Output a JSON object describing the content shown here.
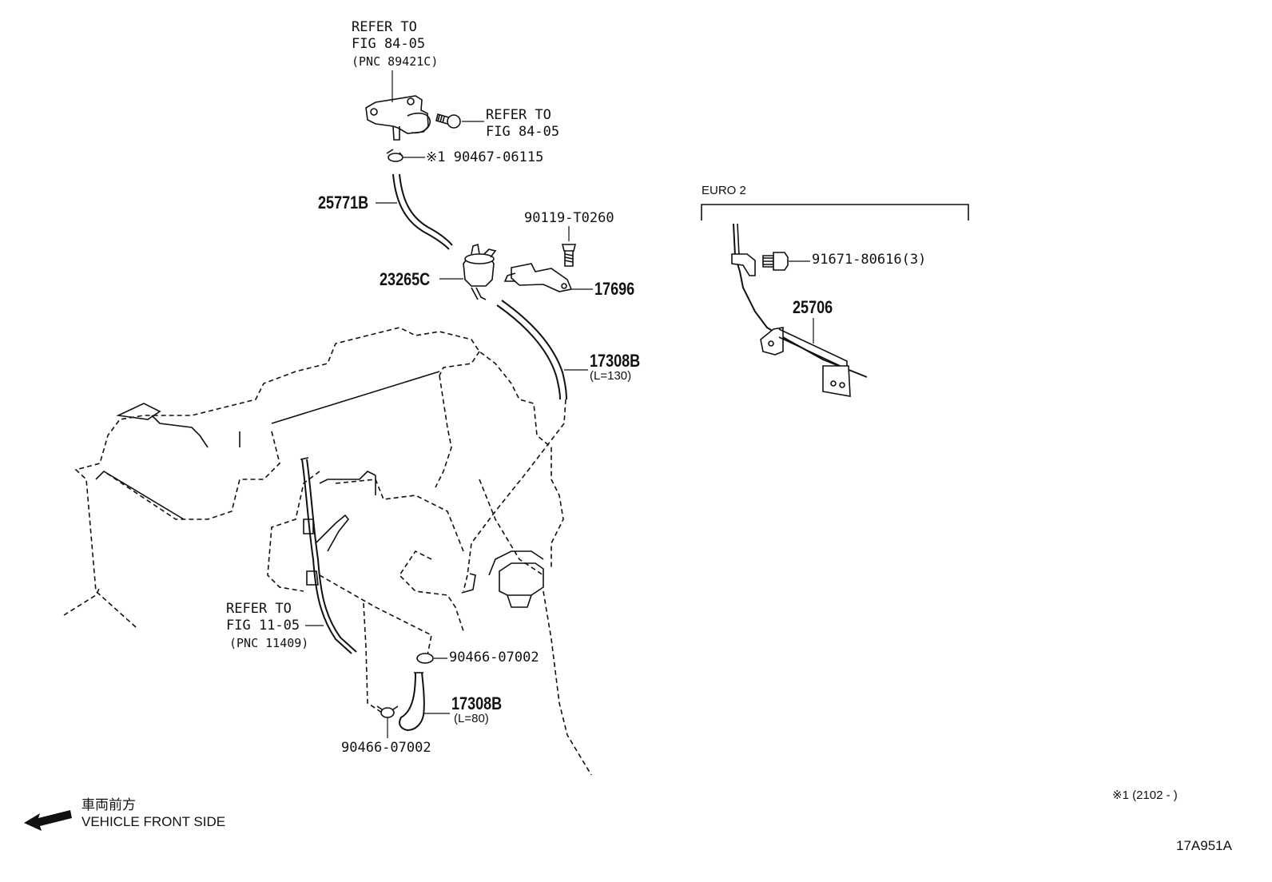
{
  "diagram_id": "17A951A",
  "refer_top": {
    "line1": "REFER TO",
    "line2": "FIG 84-05",
    "line3": "(PNC 89421C)"
  },
  "refer_sensor": {
    "line1": "REFER TO",
    "line2": "FIG 84-05"
  },
  "refer_dipstick": {
    "line1": "REFER TO",
    "line2": "FIG 11-05",
    "line3": "(PNC 11409)"
  },
  "parts": {
    "p_90467_06115": "※1 90467-06115",
    "p_25771B": "25771B",
    "p_90119_T0260": "90119-T0260",
    "p_23265C": "23265C",
    "p_17696": "17696",
    "p_17308B_upper": "17308B",
    "p_17308B_upper_len": "(L=130)",
    "p_90466_07002_a": "90466-07002",
    "p_17308B_lower": "17308B",
    "p_17308B_lower_len": "(L=80)",
    "p_90466_07002_b": "90466-07002",
    "p_91671_80616": "91671-80616(3)",
    "p_25706": "25706"
  },
  "euro_label": "EURO 2",
  "front_side": {
    "jp": "車両前方",
    "en": "VEHICLE FRONT SIDE"
  },
  "footnote": "※1 (2102 -      )"
}
